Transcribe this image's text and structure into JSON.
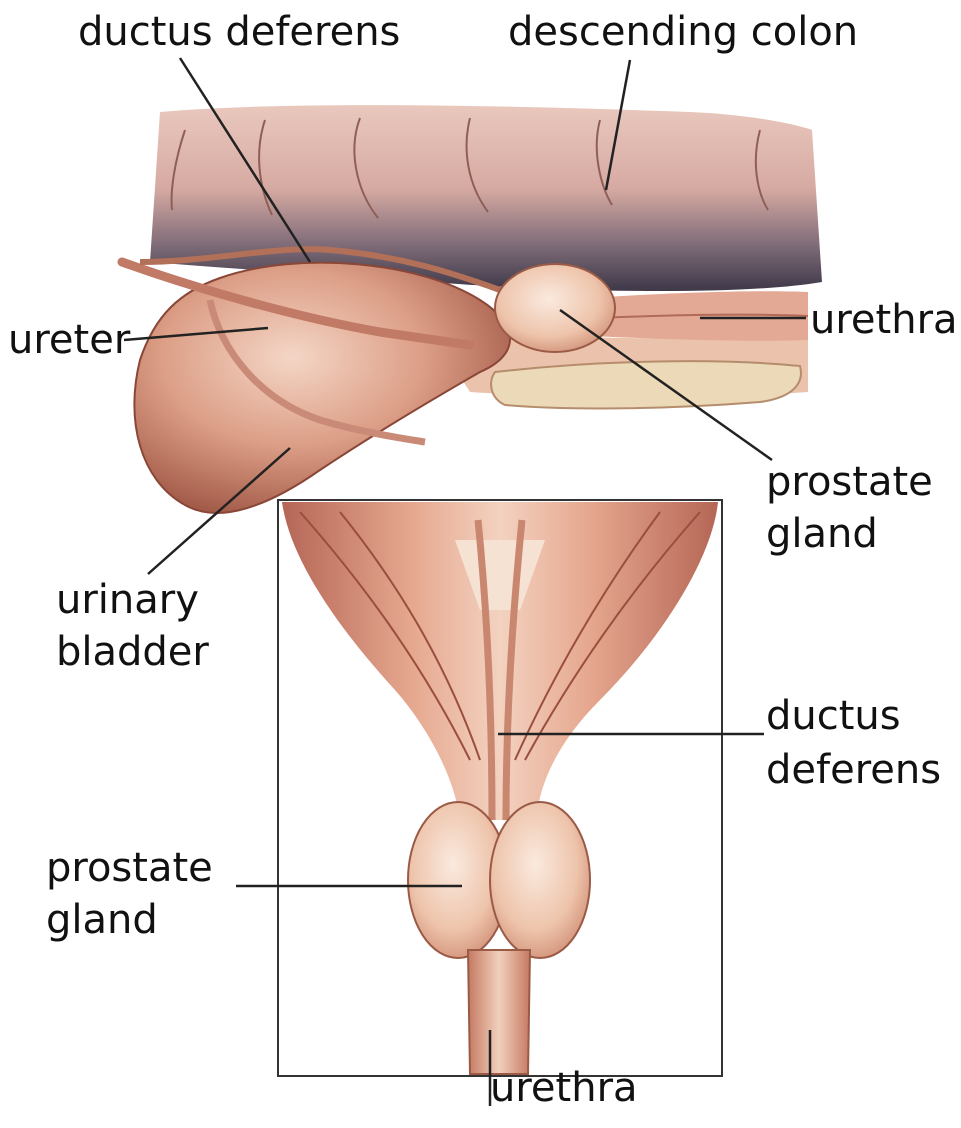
{
  "labels": {
    "ductus_deferens_top": "ductus deferens",
    "descending_colon": "descending colon",
    "ureter": "ureter",
    "urethra_right": "urethra",
    "prostate_gland_right_1": "prostate",
    "prostate_gland_right_2": "gland",
    "urinary_bladder_1": "urinary",
    "urinary_bladder_2": "bladder",
    "ductus_deferens_right_1": "ductus",
    "ductus_deferens_right_2": "deferens",
    "prostate_gland_left_1": "prostate",
    "prostate_gland_left_2": "gland",
    "urethra_bottom": "urethra"
  },
  "colors": {
    "background": "#ffffff",
    "tissue_light": "#f2cdb8",
    "tissue_mid": "#d99a80",
    "tissue_dark": "#a8604f",
    "colon_shadow": "#4d4556",
    "leader_line": "#222222"
  }
}
